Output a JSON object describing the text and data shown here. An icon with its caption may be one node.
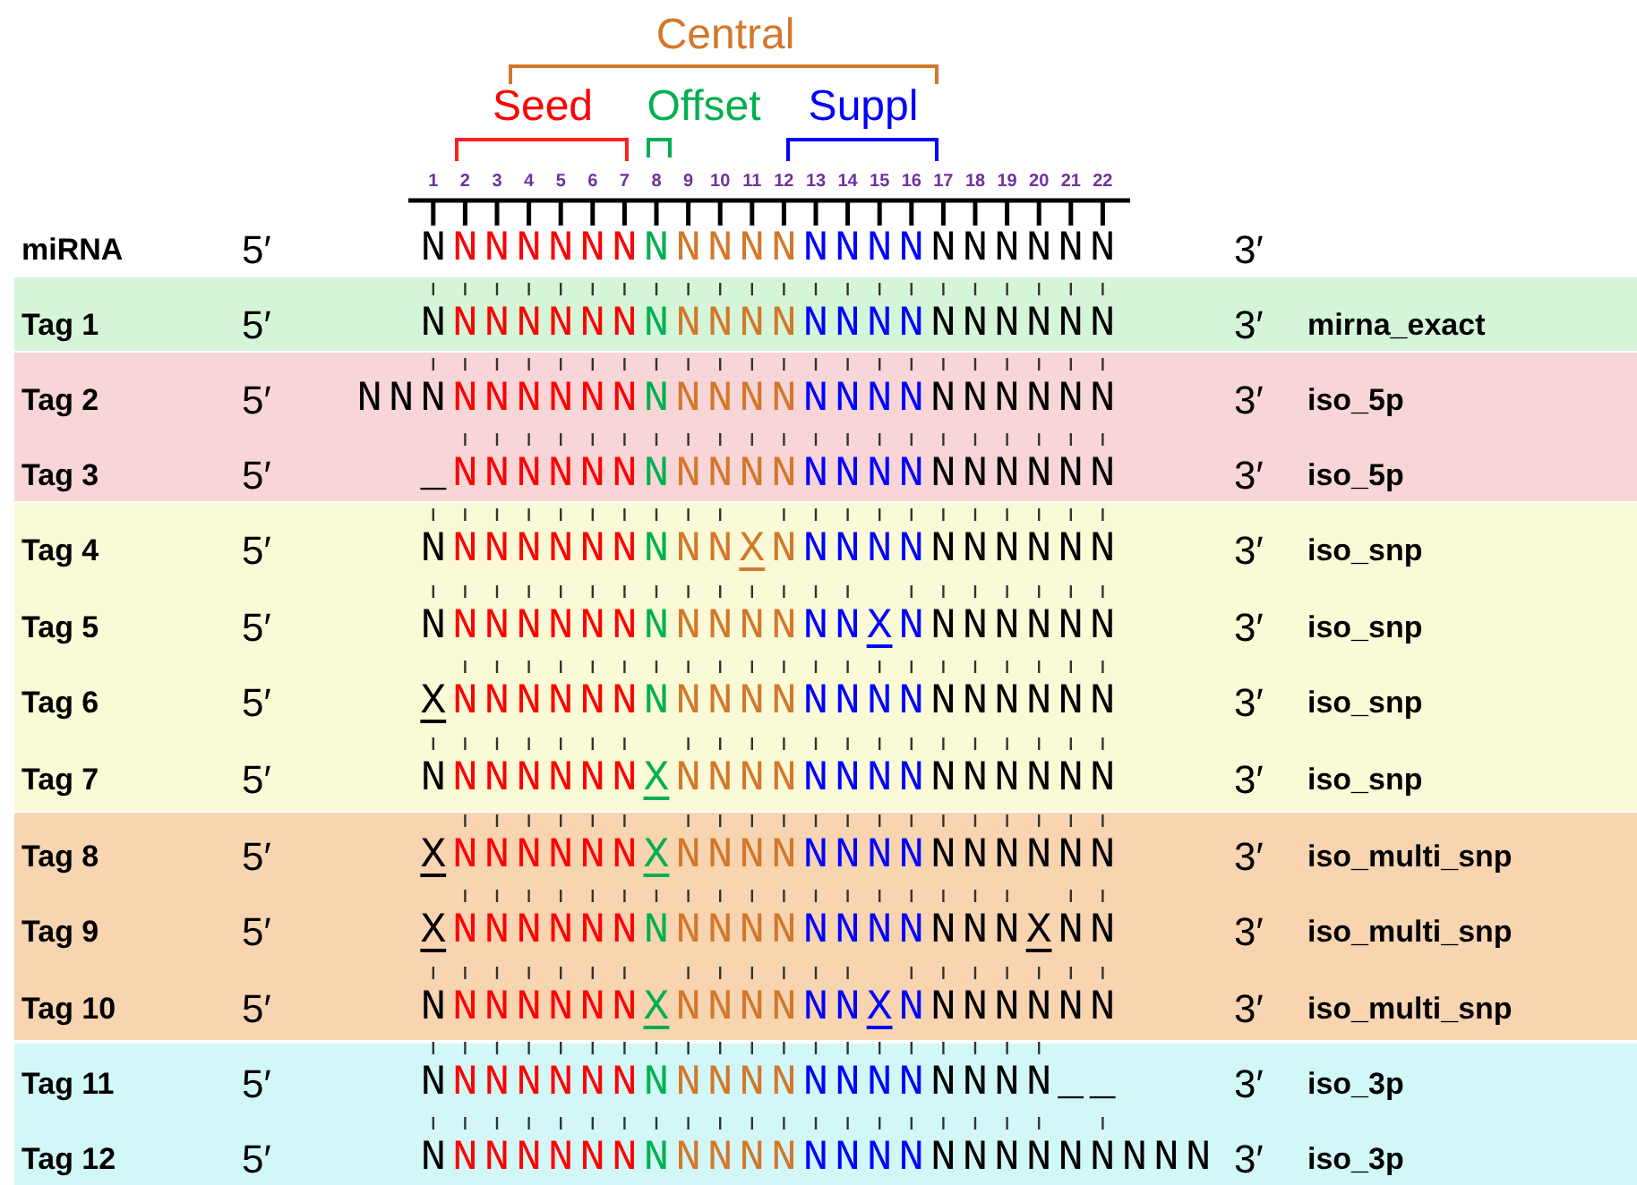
{
  "diagram": {
    "nodes": [
      {
        "text": [
          "Tag 1",
          "5′",
          "NNNNNNNNNNNNNNNNNNNNNN",
          "3′",
          "mirna_exact"
        ]
      },
      {
        "text": [
          "Tag 2",
          "5′",
          "NNNNNNNNNNNNNNNNNNNNNNNN",
          "3′",
          "iso_5p",
          "Tag 3",
          "5′",
          "_NNNNNNNNNNNNNNNNNNNNN",
          "3′",
          "iso_5p"
        ]
      },
      {
        "text": [
          "Tag 4",
          "5′",
          "NNNNNNNNNNXNNNNNNNNNNN",
          "3′",
          "iso_snp",
          "Tag 5",
          "5′",
          "NNNNNNNNNNNNNNXNNNNNNN",
          "3′",
          "iso_snp",
          "Tag 6",
          "5′",
          "XNNNNNNNNNNNNNNNNNNNNN",
          "3′",
          "iso_snp",
          "Tag 7",
          "5′",
          "NNNNNNNXNNNNNNNNNNNNNN",
          "3′",
          "iso_snp"
        ]
      },
      {
        "text": [
          "Tag 8",
          "5′",
          "XNNNNNNXNNNNNNNNNNNNNN",
          "3′",
          "iso_multi_snp",
          "Tag 9",
          "5′",
          "XNNNNNNNNNNNNNNNNNNXNN",
          "3′",
          "iso_multi_snp",
          "Tag 10",
          "5′",
          "NNNNNNNXNNNNNNXNNNNNNN",
          "3′",
          "iso_multi_snp"
        ]
      },
      {
        "text": [
          "Tag 11",
          "5′",
          "NNNNNNNNNNNNNNNNNNNN__",
          "3′",
          "iso_3p",
          "Tag 12",
          "5′",
          "NNNNNNNNNNNNNNNNNNNNNNNNN",
          "3′",
          "iso_3p"
        ]
      }
    ],
    "labels": [
      "Central",
      "Seed",
      "Offset",
      "Suppl",
      "1",
      "2",
      "3",
      "4",
      "5",
      "6",
      "7",
      "8",
      "9",
      "10",
      "11",
      "12",
      "13",
      "14",
      "15",
      "16",
      "17",
      "18",
      "19",
      "20",
      "21",
      "22",
      "miRNA",
      "5′",
      "NNNNNNNNNNNNNNNNNNNNNN",
      "3′"
    ]
  }
}
